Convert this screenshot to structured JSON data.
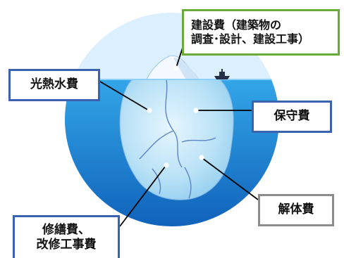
{
  "labels": {
    "construction_line1": "建設費（建築物の",
    "construction_line2": "調査･設計、建設工事）",
    "energy": "光熱水費",
    "maintenance": "保守費",
    "demolition": "解体費",
    "repair_line1": "修繕費、",
    "repair_line2": "改修工事費"
  },
  "colors": {
    "sky": "#dcefff",
    "sea_top": "#33a6e8",
    "sea_bottom": "#0f5fb8",
    "ice_above": "#eef6fd",
    "ice_below": "#bfe3f7",
    "green_border": "#6aaa3a",
    "blue_border": "#3b62ae",
    "gray_border": "#8c8c8c"
  }
}
